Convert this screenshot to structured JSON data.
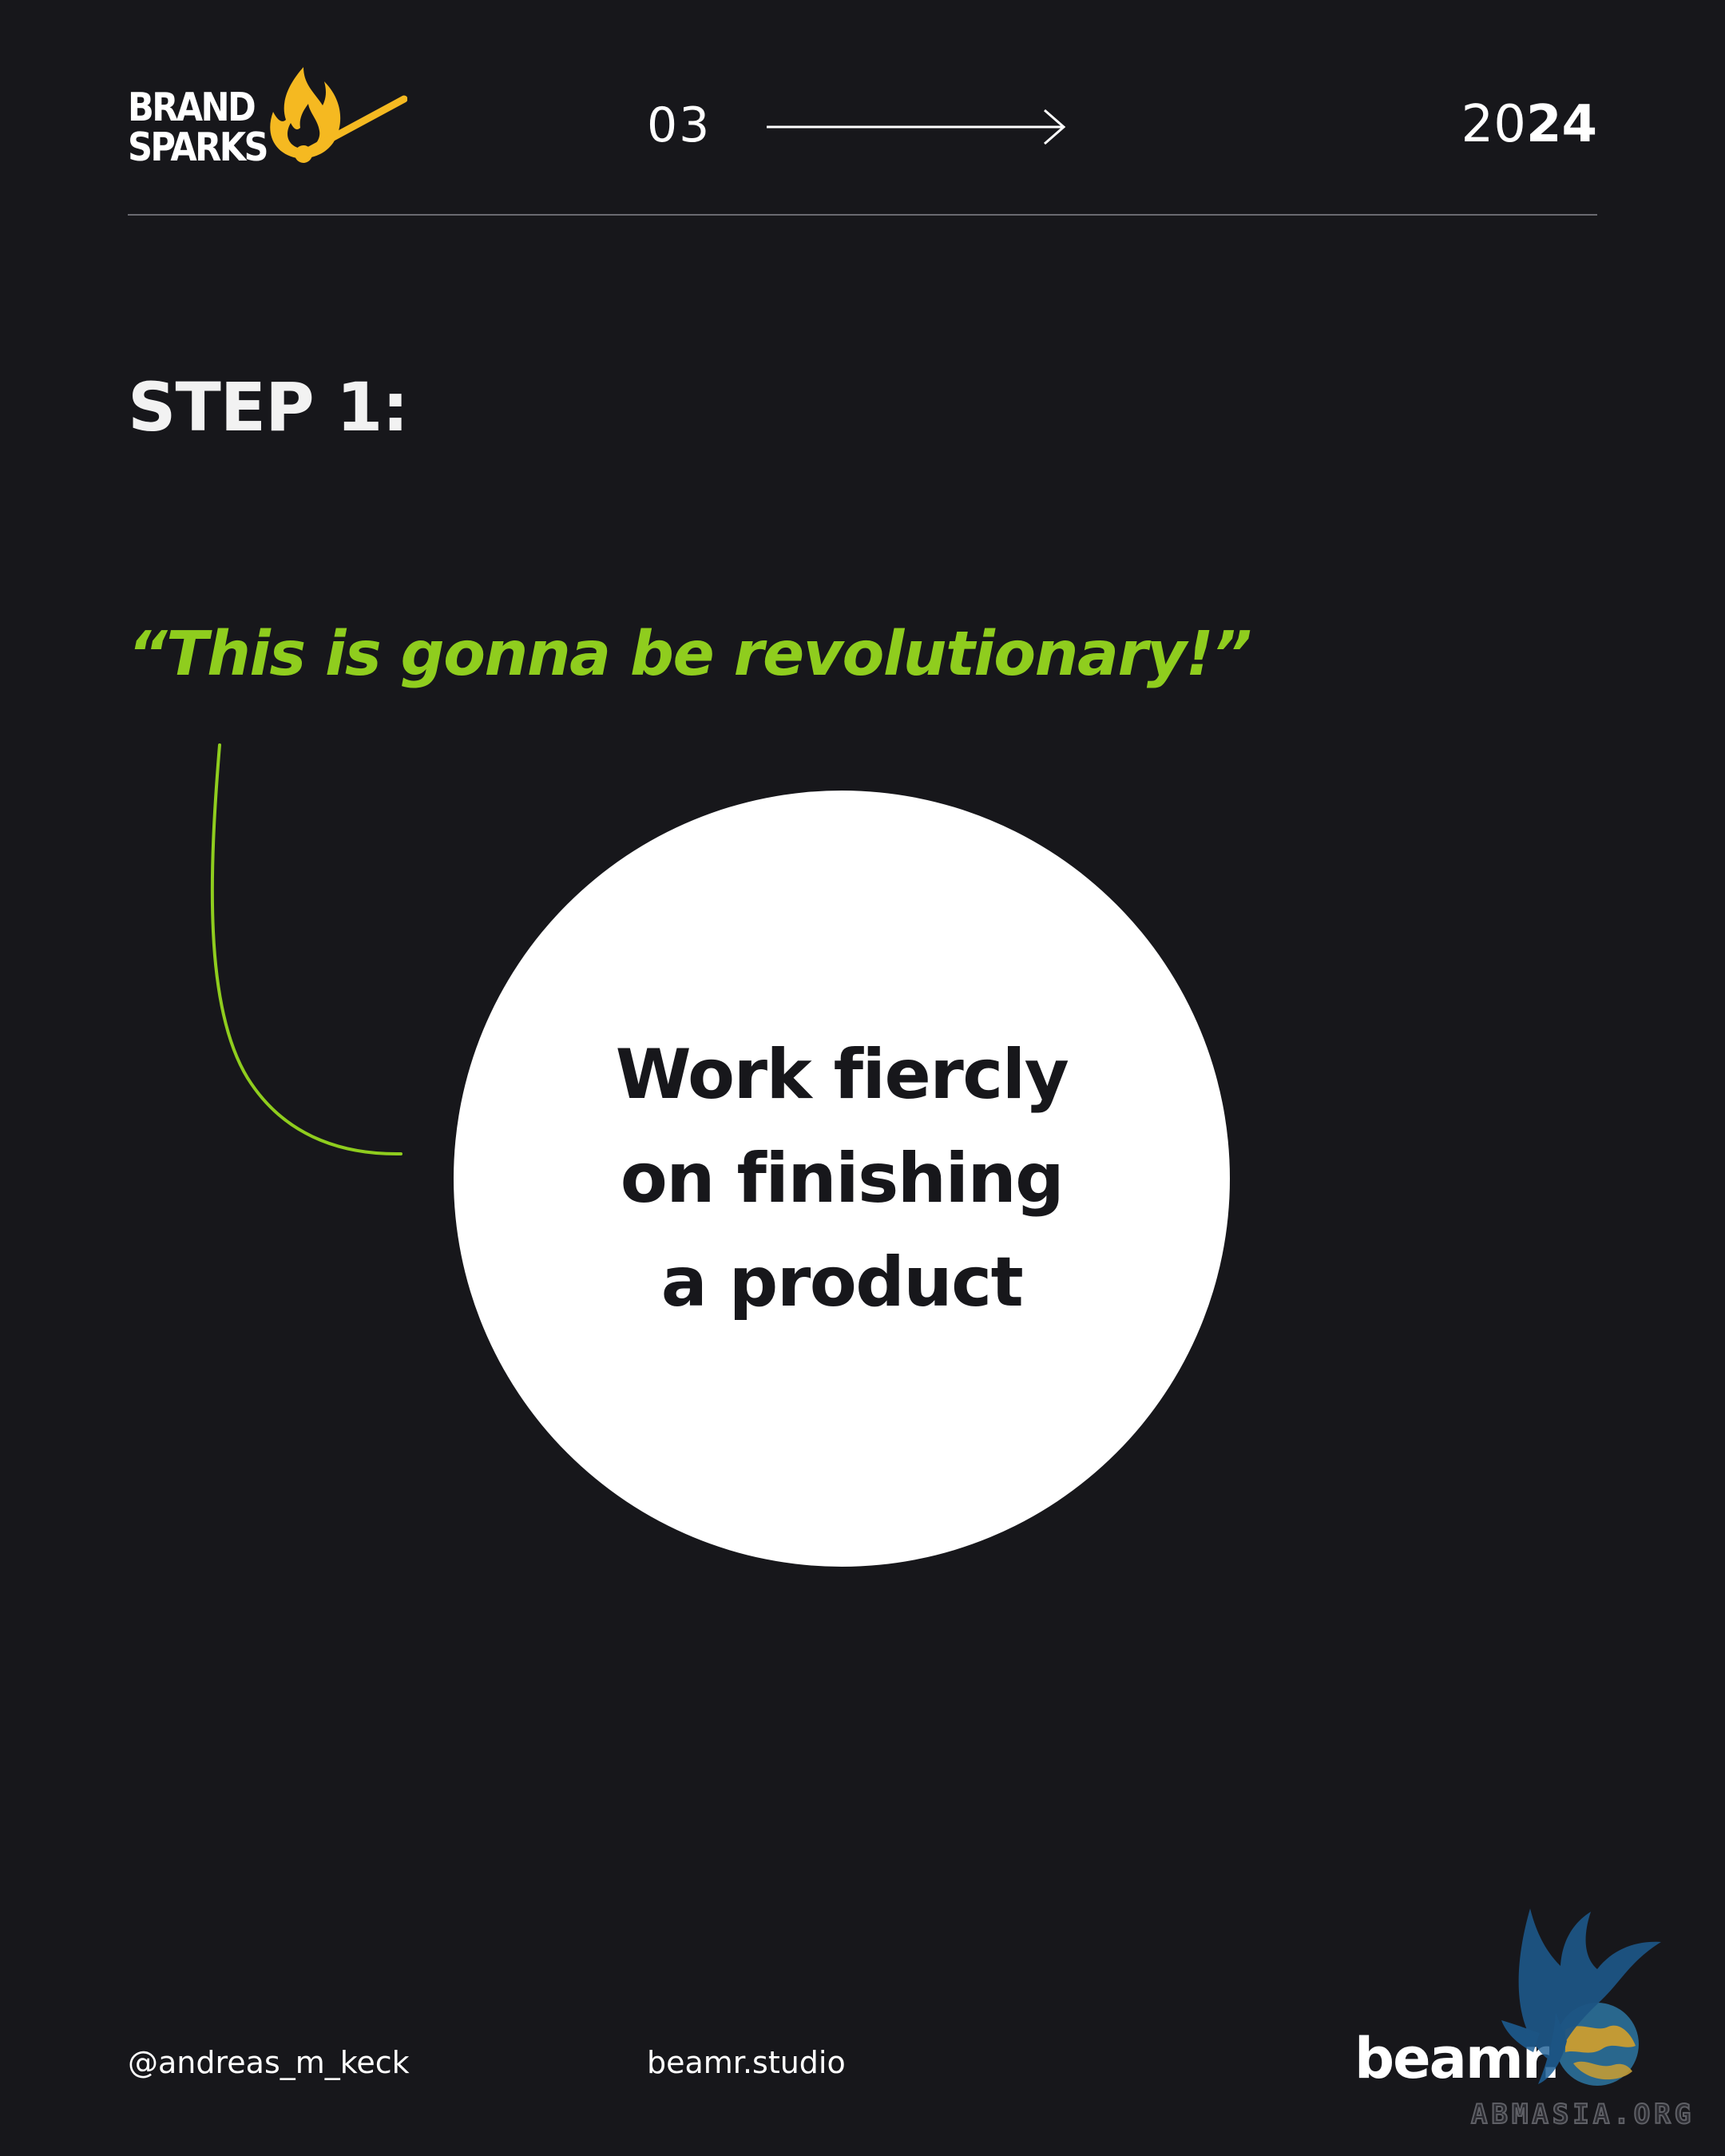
{
  "header": {
    "brand_line1": "BRAND",
    "brand_line2": "SPARKS",
    "brand_icon": "flame-match-icon",
    "page_number": "03",
    "arrow_icon": "arrow-right-icon",
    "year_light": "20",
    "year_bold": "24"
  },
  "main": {
    "step_heading": "STEP 1:",
    "quote": "“This is gonna be revolutionary!”",
    "circle_lines": [
      "Work fiercly",
      "on finishing",
      "a product"
    ]
  },
  "footer": {
    "handle": "@andreas_m_keck",
    "website": "beamr.studio",
    "logo": "beamr.",
    "watermark": "ABMASIA.ORG",
    "watermark_icon": "phoenix-globe-icon"
  },
  "colors": {
    "background": "#17171b",
    "accent_green": "#8fcd1e",
    "accent_yellow": "#f5b921",
    "text": "#ffffff",
    "circle": "#ffffff",
    "divider": "#6a6a70"
  }
}
